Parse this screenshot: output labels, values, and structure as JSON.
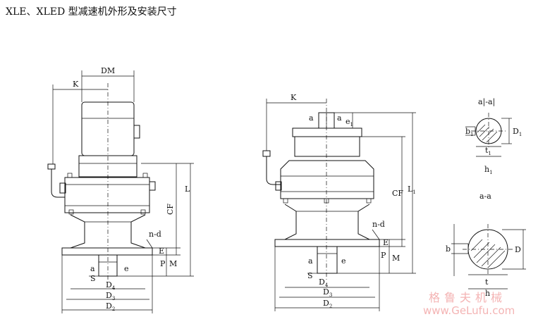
{
  "title": "XLE、XLED 型减速机外形及安装尺寸",
  "labels": {
    "DM": "DM",
    "K": "K",
    "L": "L",
    "CF": "CF",
    "nd": "n-d",
    "E": "E",
    "M": "M",
    "P": "P",
    "a": "a",
    "e": "e",
    "S": "S",
    "D": "D",
    "t": "t",
    "h": "h",
    "b": "b",
    "sub4": "4",
    "sub3": "3",
    "sub2": "2",
    "sub1": "1",
    "section1": "a|-a|",
    "section2": "a-a"
  },
  "watermark": {
    "brand": "格鲁夫机械",
    "url": "www.GeLufu.com",
    "color": "#f4b4b4"
  }
}
